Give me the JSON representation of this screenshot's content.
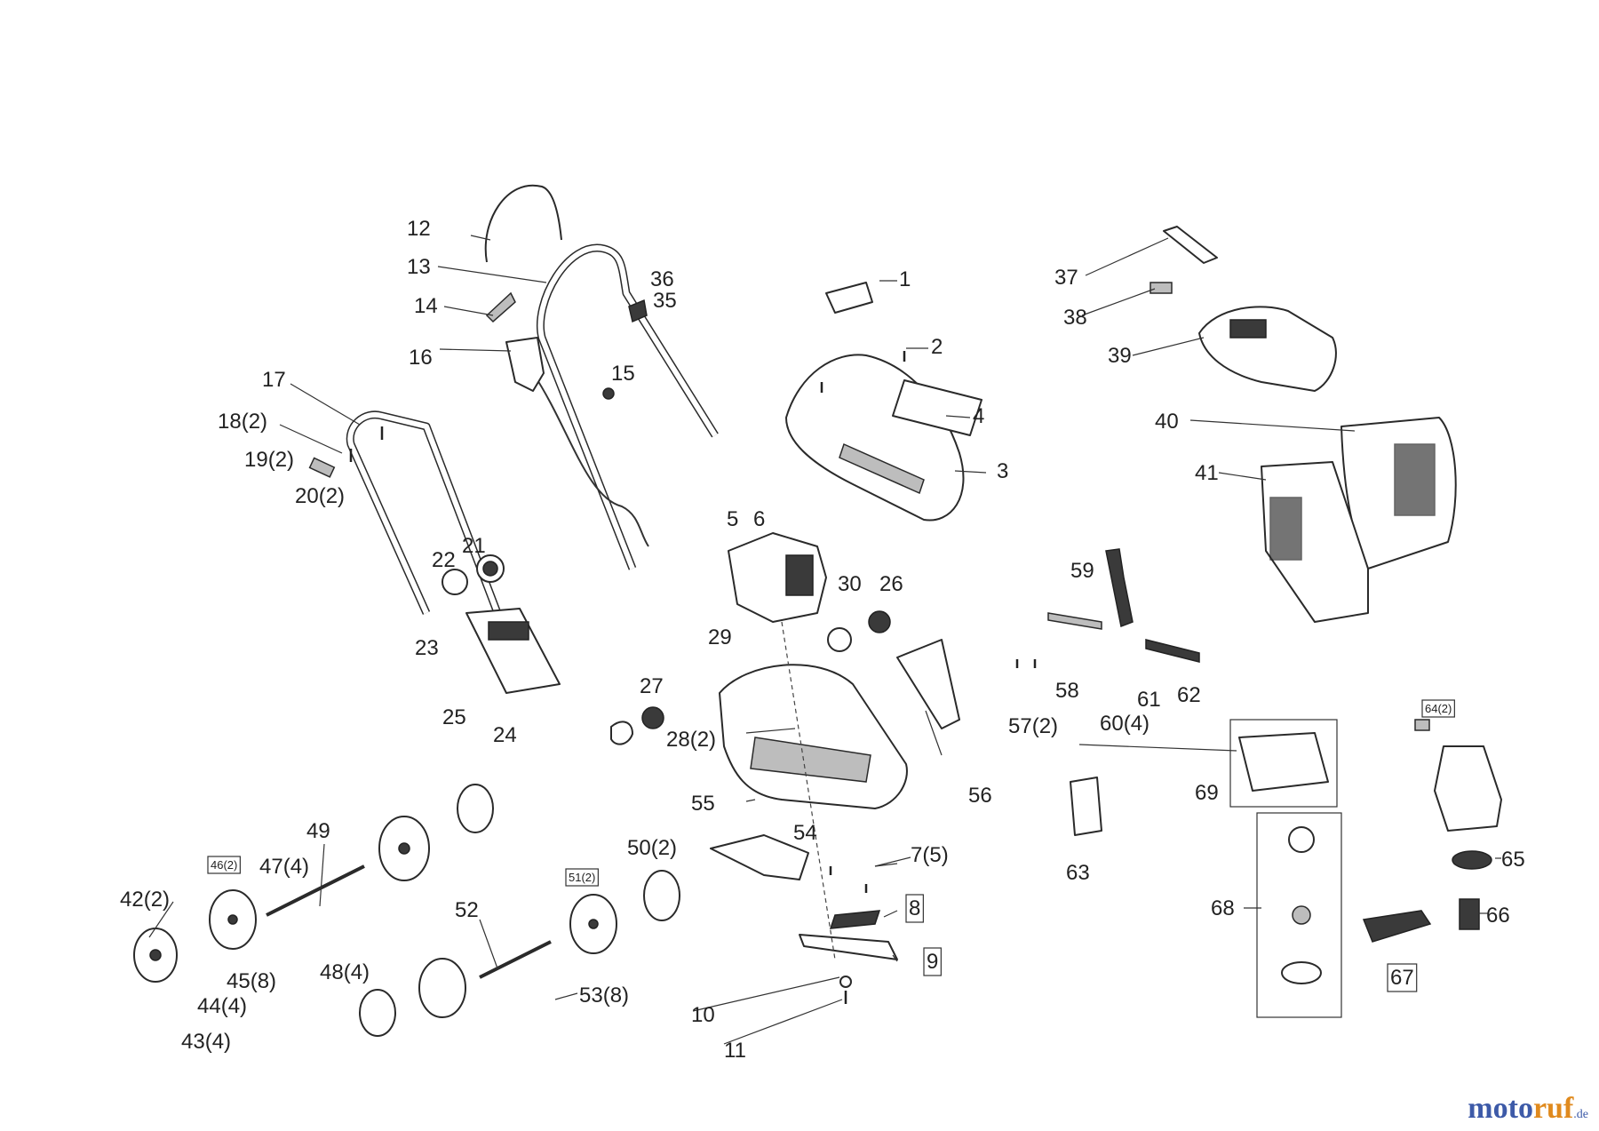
{
  "labels": [
    {
      "id": "1",
      "text": "1"
    },
    {
      "id": "2",
      "text": "2"
    },
    {
      "id": "3",
      "text": "3"
    },
    {
      "id": "4",
      "text": "4"
    },
    {
      "id": "5",
      "text": "5"
    },
    {
      "id": "6",
      "text": "6"
    },
    {
      "id": "7",
      "text": "7(5)"
    },
    {
      "id": "8",
      "text": "8",
      "boxed": true
    },
    {
      "id": "9",
      "text": "9",
      "boxed": true
    },
    {
      "id": "10",
      "text": "10"
    },
    {
      "id": "11",
      "text": "11"
    },
    {
      "id": "12",
      "text": "12"
    },
    {
      "id": "13",
      "text": "13"
    },
    {
      "id": "14",
      "text": "14"
    },
    {
      "id": "15",
      "text": "15"
    },
    {
      "id": "16",
      "text": "16"
    },
    {
      "id": "17",
      "text": "17"
    },
    {
      "id": "18",
      "text": "18(2)"
    },
    {
      "id": "19",
      "text": "19(2)"
    },
    {
      "id": "20",
      "text": "20(2)"
    },
    {
      "id": "21",
      "text": "21"
    },
    {
      "id": "22",
      "text": "22"
    },
    {
      "id": "23",
      "text": "23"
    },
    {
      "id": "24",
      "text": "24"
    },
    {
      "id": "25",
      "text": "25"
    },
    {
      "id": "26",
      "text": "26"
    },
    {
      "id": "27",
      "text": "27"
    },
    {
      "id": "28",
      "text": "28(2)"
    },
    {
      "id": "29",
      "text": "29"
    },
    {
      "id": "30",
      "text": "30"
    },
    {
      "id": "35",
      "text": "35"
    },
    {
      "id": "36",
      "text": "36"
    },
    {
      "id": "37",
      "text": "37"
    },
    {
      "id": "38",
      "text": "38"
    },
    {
      "id": "39",
      "text": "39"
    },
    {
      "id": "40",
      "text": "40"
    },
    {
      "id": "41",
      "text": "41"
    },
    {
      "id": "42",
      "text": "42(2)"
    },
    {
      "id": "43",
      "text": "43(4)"
    },
    {
      "id": "44",
      "text": "44(4)"
    },
    {
      "id": "45",
      "text": "45(8)"
    },
    {
      "id": "46",
      "text": "46(2)",
      "boxed": true
    },
    {
      "id": "47",
      "text": "47(4)"
    },
    {
      "id": "48",
      "text": "48(4)"
    },
    {
      "id": "49",
      "text": "49"
    },
    {
      "id": "50",
      "text": "50(2)"
    },
    {
      "id": "51",
      "text": "51(2)",
      "boxed": true
    },
    {
      "id": "52",
      "text": "52"
    },
    {
      "id": "53",
      "text": "53(8)"
    },
    {
      "id": "54",
      "text": "54"
    },
    {
      "id": "55",
      "text": "55"
    },
    {
      "id": "56",
      "text": "56"
    },
    {
      "id": "57",
      "text": "57(2)"
    },
    {
      "id": "58",
      "text": "58"
    },
    {
      "id": "59",
      "text": "59"
    },
    {
      "id": "60",
      "text": "60(4)"
    },
    {
      "id": "61",
      "text": "61"
    },
    {
      "id": "62",
      "text": "62"
    },
    {
      "id": "63",
      "text": "63"
    },
    {
      "id": "64",
      "text": "64(2)",
      "boxed": true
    },
    {
      "id": "65",
      "text": "65"
    },
    {
      "id": "66",
      "text": "66"
    },
    {
      "id": "67",
      "text": "67",
      "boxed": true
    },
    {
      "id": "68",
      "text": "68"
    },
    {
      "id": "69",
      "text": "69"
    }
  ],
  "watermark": {
    "part1": "moto",
    "part2": "ruf",
    "suffix": ".de"
  }
}
